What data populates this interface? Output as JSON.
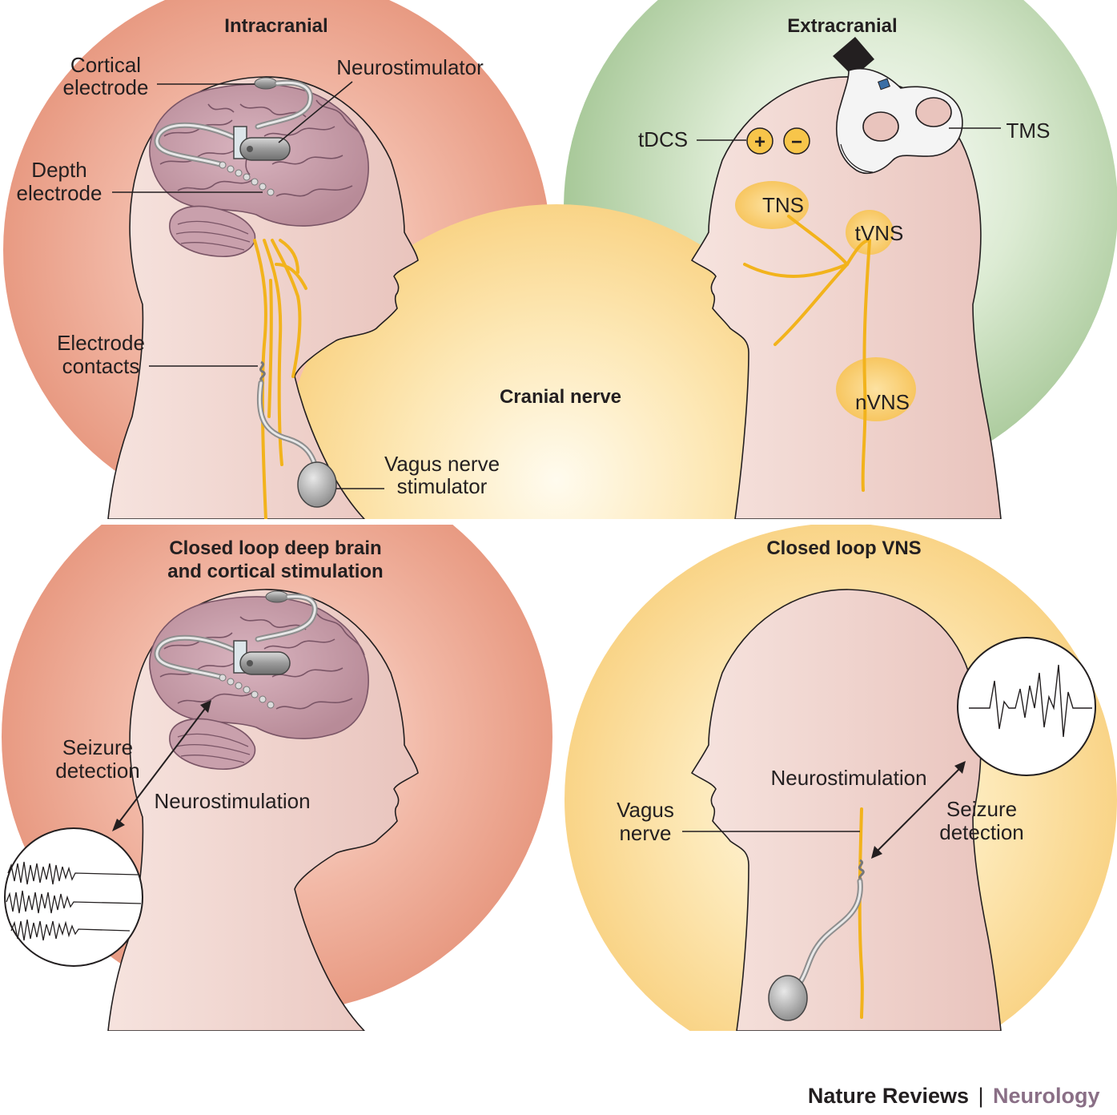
{
  "panels": {
    "intracranial": {
      "title": "Intracranial",
      "labels": {
        "cortical_1": "Cortical",
        "cortical_2": "electrode",
        "neurostimulator": "Neurostimulator",
        "depth_1": "Depth",
        "depth_2": "electrode",
        "contacts_1": "Electrode",
        "contacts_2": "contacts",
        "vns_1": "Vagus nerve",
        "vns_2": "stimulator"
      }
    },
    "extracranial": {
      "title": "Extracranial",
      "labels": {
        "tdcs": "tDCS",
        "tms": "TMS",
        "tns": "TNS",
        "tvns": "tVNS",
        "nvns": "nVNS",
        "plus": "+",
        "minus": "−"
      }
    },
    "cranial_nerve": {
      "title": "Cranial nerve"
    },
    "closed_loop_dbs": {
      "title_1": "Closed loop deep brain",
      "title_2": "and cortical stimulation",
      "labels": {
        "seizure_1": "Seizure",
        "seizure_2": "detection",
        "neurostim": "Neurostimulation"
      }
    },
    "closed_loop_vns": {
      "title": "Closed loop VNS",
      "labels": {
        "neurostim": "Neurostimulation",
        "vagus_1": "Vagus",
        "vagus_2": "nerve",
        "seizure_1": "Seizure",
        "seizure_2": "detection"
      }
    }
  },
  "footer": {
    "journal": "Nature Reviews",
    "separator": "|",
    "section": "Neurology"
  },
  "colors": {
    "intracranial_bg": "#e89d84",
    "extracranial_bg": "#a8c99a",
    "cranial_bg": "#fbd98a",
    "closed_loop_vns_bg": "#fbd98a",
    "skin": "#f2d6d0",
    "brain": "#c9a0ac",
    "nerve": "#f2b31c",
    "footer_accent": "#8a6f86"
  }
}
